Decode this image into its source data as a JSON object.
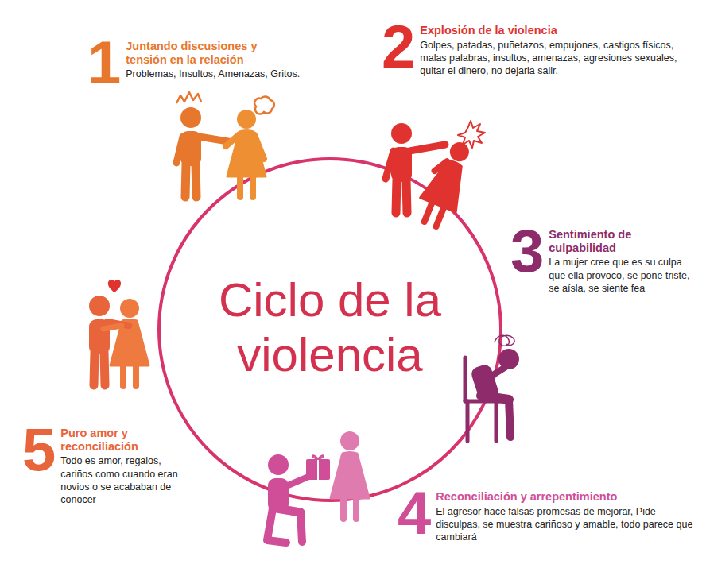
{
  "diagram": {
    "title": "Ciclo de la violencia",
    "nodes": [
      {
        "text": [
          "1",
          "Juntando discusiones y tensión en la relación",
          "Problemas, Insultos, Amenazas, Gritos."
        ]
      },
      {
        "text": [
          "2",
          "Explosión de la violencia",
          "Golpes, patadas, puñetazos, empujones, castigos físicos, malas palabras, insultos, amenazas, agresiones sexuales, quitar el dinero, no dejarla salir."
        ]
      },
      {
        "text": [
          "3",
          "Sentimiento de culpabilidad",
          "La mujer cree que es su culpa que ella provoco, se pone triste, se aísla, se siente fea"
        ]
      },
      {
        "text": [
          "4",
          "Reconciliación y arrepentimiento",
          "El agresor hace falsas promesas de mejorar, Pide disculpas, se muestra cariñoso y amable, todo parece que cambiará"
        ]
      },
      {
        "text": [
          "5",
          "Puro amor y reconciliación",
          "Todo es amor, regalos, cariños como cuando eran novios o se acababan de conocer"
        ]
      }
    ]
  }
}
